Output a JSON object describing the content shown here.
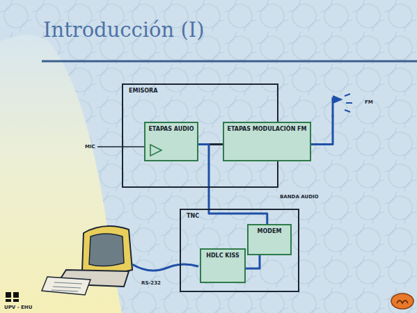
{
  "diagram": {
    "title": "Introducción (I)",
    "nodes": [
      {
        "text": [
          "EMISORA"
        ]
      },
      {
        "text": [
          "ETAPAS AUDIO"
        ],
        "in": 0
      },
      {
        "text": [
          "ETAPAS MODULACIÓN FM"
        ],
        "in": 0
      },
      {
        "text": [
          "TNC"
        ]
      },
      {
        "text": [
          "MODEM"
        ],
        "in": 3
      },
      {
        "text": [
          "HDLC KISS"
        ],
        "in": 3
      }
    ],
    "edges": [
      {
        "from": 1,
        "to": 2,
        "arrow": "none"
      },
      {
        "from": 1,
        "to": 4,
        "arrow": "none"
      },
      {
        "from": 4,
        "to": 5,
        "arrow": "none"
      }
    ],
    "labels": [
      "MIC",
      "FM",
      "BANDA AUDIO",
      "RS-232",
      "UPV - EHU"
    ]
  }
}
